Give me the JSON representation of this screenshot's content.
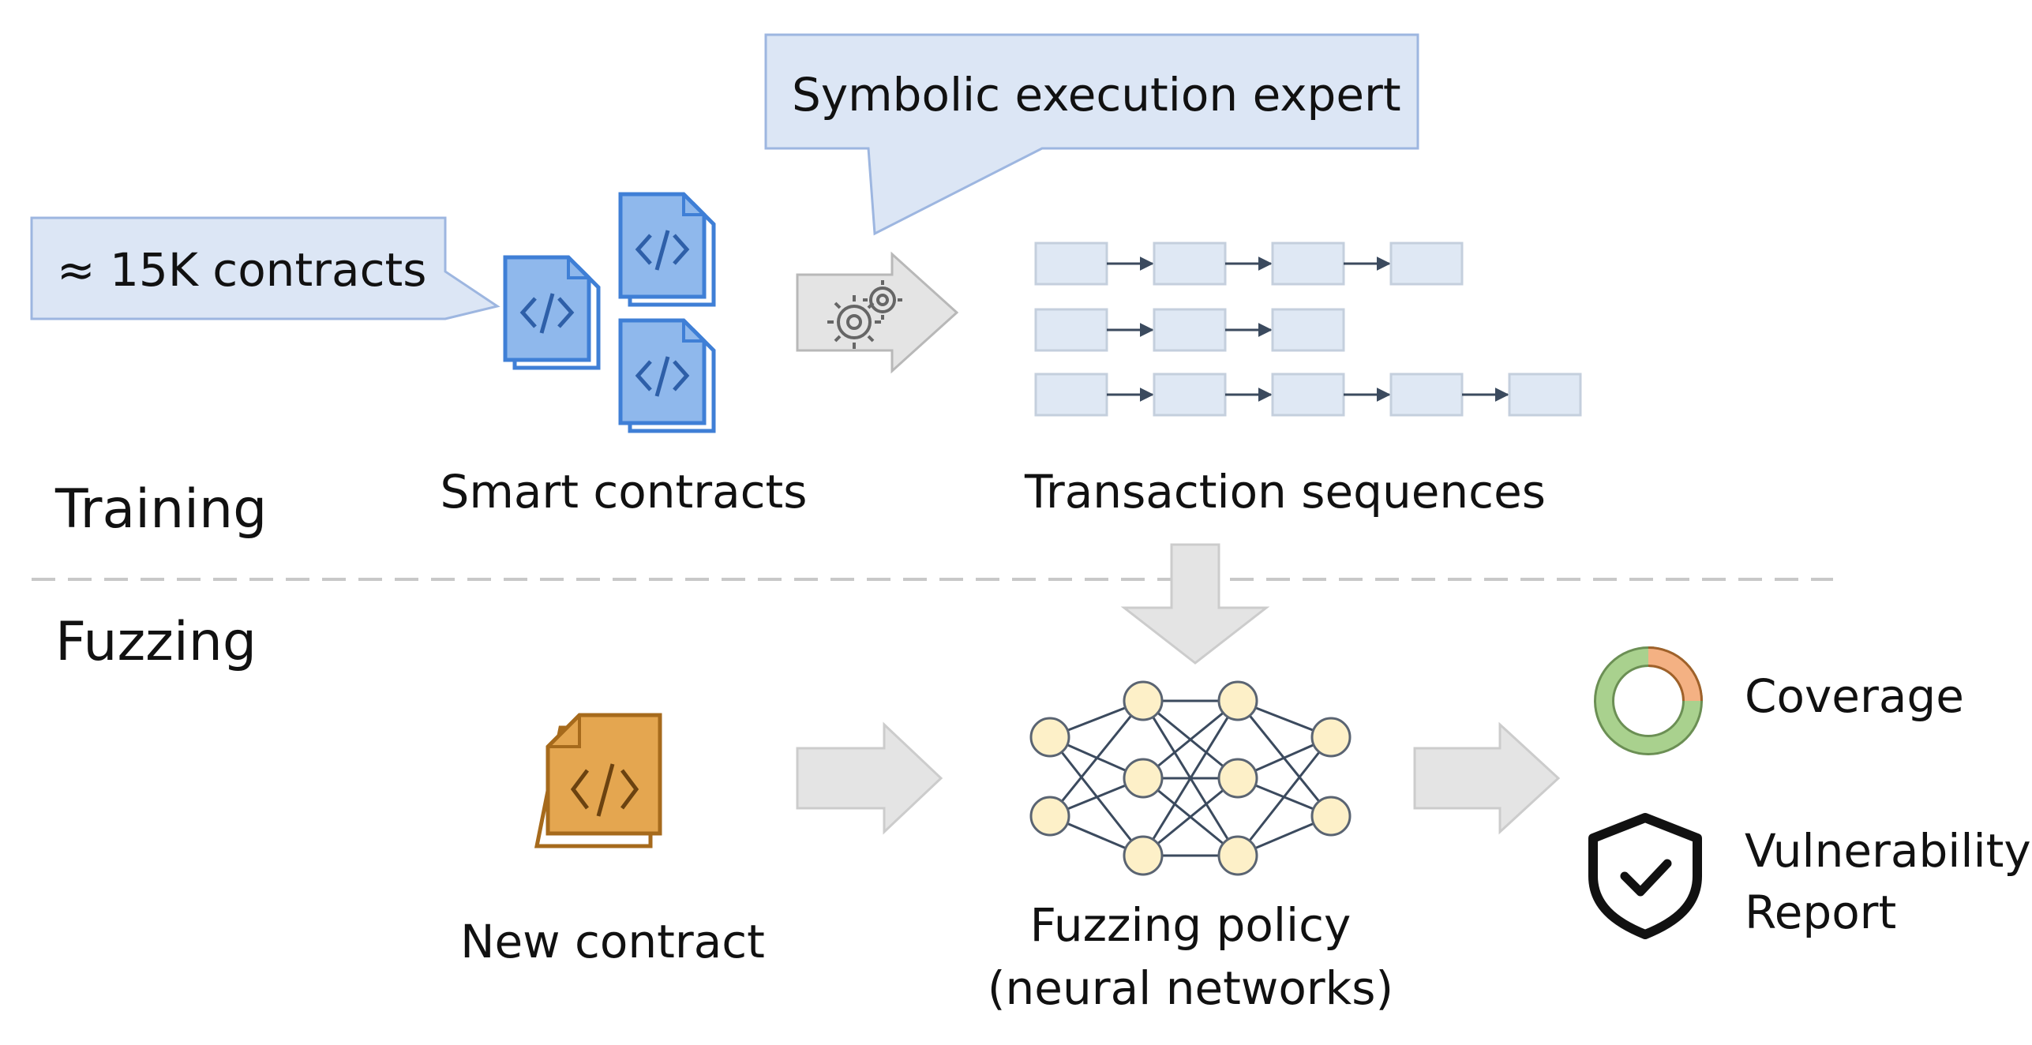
{
  "callouts": {
    "contracts_count": "≈ 15K contracts",
    "expert": "Symbolic execution expert"
  },
  "sections": {
    "training": "Training",
    "fuzzing": "Fuzzing"
  },
  "captions": {
    "smart_contracts": "Smart contracts",
    "transaction_sequences": "Transaction sequences",
    "new_contract": "New contract",
    "fuzzing_policy_line1": "Fuzzing policy",
    "fuzzing_policy_line2": "(neural networks)"
  },
  "outputs": {
    "coverage": "Coverage",
    "vulnerability_line1": "Vulnerability",
    "vulnerability_line2": "Report"
  },
  "transaction_sequences": [
    {
      "transactions": 4
    },
    {
      "transactions": 3
    },
    {
      "transactions": 5
    }
  ],
  "icons": {
    "smart_contracts": "code-document-icon",
    "new_contract": "code-document-icon",
    "expert_tool": "gears-icon",
    "coverage": "donut-chart-icon",
    "vulnerability": "shield-check-icon"
  },
  "colors": {
    "callout_fill": "#dce6f5",
    "callout_stroke": "#9db6e0",
    "contract_blue": "#8fb8ec",
    "contract_blue_stroke": "#3f7fd6",
    "contract_orange": "#e4a650",
    "contract_orange_stroke": "#a66a1c",
    "tx_fill": "#dfe8f4",
    "arrow_gray": "#e4e4e4",
    "node_fill": "#fdf0c8",
    "coverage_green": "#a9d18e",
    "coverage_orange": "#f4b183"
  }
}
